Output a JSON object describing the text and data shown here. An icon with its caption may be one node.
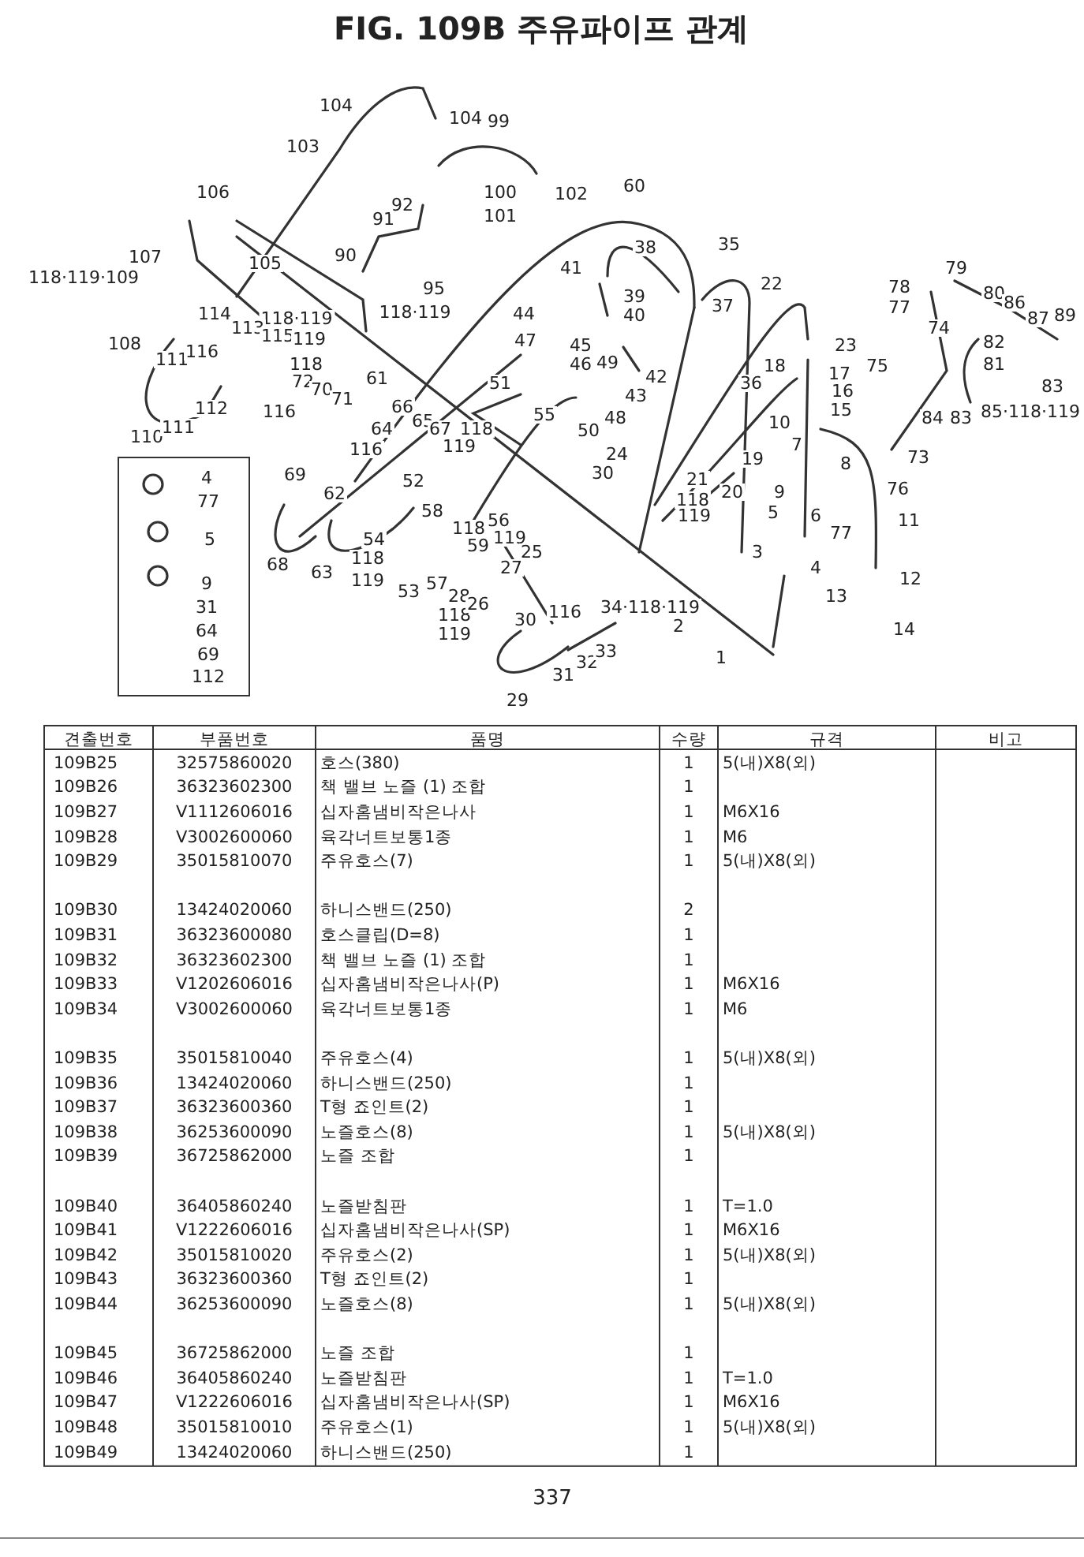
{
  "diagram": {
    "title": "FIG. 109B 주유파이프 관계",
    "labels": [
      "104",
      "104",
      "99",
      "103",
      "106",
      "100",
      "102",
      "60",
      "91",
      "92",
      "101",
      "38",
      "35",
      "107",
      "105",
      "90",
      "41",
      "79",
      "118·119·109",
      "95",
      "39",
      "22",
      "78",
      "80",
      "114",
      "118·119",
      "118·119",
      "44",
      "40",
      "37",
      "77",
      "86",
      "87",
      "89",
      "108",
      "113",
      "115",
      "119",
      "47",
      "45",
      "23",
      "74",
      "82",
      "111",
      "116",
      "118",
      "46",
      "49",
      "18",
      "75",
      "81",
      "72",
      "70",
      "61",
      "51",
      "42",
      "36",
      "17",
      "16",
      "83",
      "112",
      "116",
      "71",
      "66",
      "55",
      "48",
      "43",
      "15",
      "84",
      "83",
      "85·118·119",
      "110",
      "111",
      "64",
      "65",
      "67",
      "118",
      "50",
      "10",
      "116",
      "119",
      "24",
      "19",
      "7",
      "8",
      "73",
      "4",
      "69",
      "52",
      "30",
      "21",
      "77",
      "62",
      "118",
      "20",
      "9",
      "76",
      "58",
      "56",
      "119",
      "5",
      "6",
      "11",
      "5",
      "54",
      "118",
      "59",
      "119",
      "77",
      "68",
      "63",
      "118",
      "27",
      "25",
      "3",
      "4",
      "9",
      "119",
      "53",
      "57",
      "28",
      "13",
      "12",
      "31",
      "118",
      "26",
      "116",
      "34·118·119",
      "64",
      "119",
      "30",
      "2",
      "14",
      "69",
      "32",
      "33",
      "1",
      "112",
      "31",
      "29",
      "견출번호",
      "부품번호",
      "품명",
      "수량",
      "규격",
      "비고",
      "109B25",
      "32575860020",
      "호스(380)",
      "1",
      "5(내)X8(외)",
      "109B26",
      "36323602300",
      "책 밸브 노즐 (1) 조합",
      "1",
      "109B27",
      "V1112606016",
      "십자홈냄비작은나사",
      "1",
      "M6X16",
      "109B28",
      "V3002600060",
      "육각너트보통1종",
      "1",
      "M6",
      "109B29",
      "35015810070",
      "주유호스(7)",
      "1",
      "5(내)X8(외)",
      "109B30",
      "13424020060",
      "하니스밴드(250)",
      "2",
      "109B31",
      "36323600080",
      "호스클립(D=8)",
      "1",
      "109B32",
      "36323602300",
      "책 밸브 노즐 (1) 조합",
      "1",
      "109B33",
      "V1202606016",
      "십자홈냄비작은나사(P)",
      "1",
      "M6X16",
      "109B34",
      "V3002600060",
      "육각너트보통1종",
      "1",
      "M6",
      "109B35",
      "35015810040",
      "주유호스(4)",
      "1",
      "5(내)X8(외)",
      "109B36",
      "13424020060",
      "하니스밴드(250)",
      "1",
      "109B37",
      "36323600360",
      "T형 죠인트(2)",
      "1",
      "109B38",
      "36253600090",
      "노즐호스(8)",
      "1",
      "5(내)X8(외)",
      "109B39",
      "36725862000",
      "노즐 조합",
      "1",
      "109B40",
      "36405860240",
      "노즐받침판",
      "1",
      "T=1.0",
      "109B41",
      "V1222606016",
      "십자홈냄비작은나사(SP)",
      "1",
      "M6X16",
      "109B42",
      "35015810020",
      "주유호스(2)",
      "1",
      "5(내)X8(외)",
      "109B43",
      "36323600360",
      "T형 죠인트(2)",
      "1",
      "109B44",
      "36253600090",
      "노즐호스(8)",
      "1",
      "5(내)X8(외)",
      "109B45",
      "36725862000",
      "노즐 조합",
      "1",
      "109B46",
      "36405860240",
      "노즐받침판",
      "1",
      "T=1.0",
      "109B47",
      "V1222606016",
      "십자홈냄비작은나사(SP)",
      "1",
      "M6X16",
      "109B48",
      "35015810010",
      "주유호스(1)",
      "1",
      "5(내)X8(외)",
      "109B49",
      "13424020060",
      "하니스밴드(250)",
      "1",
      "337"
    ]
  }
}
